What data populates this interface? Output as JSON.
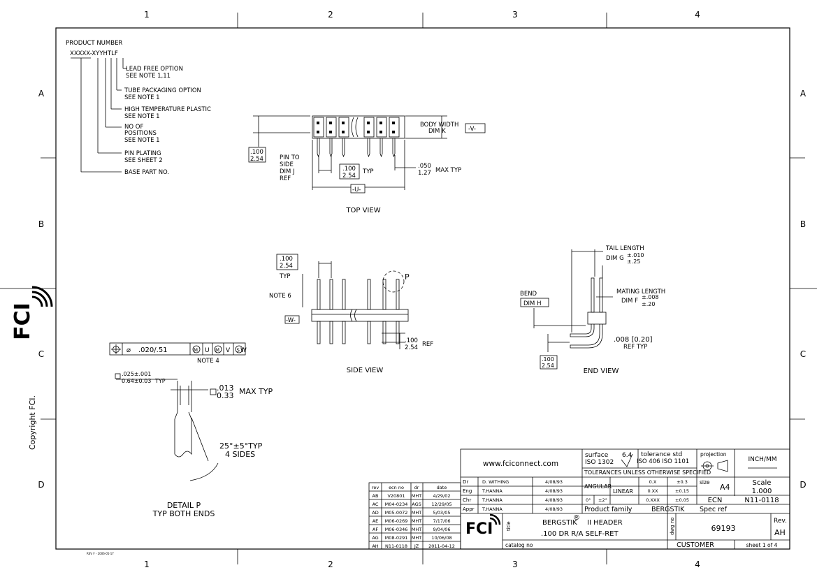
{
  "frame": {
    "columns": [
      "1",
      "2",
      "3",
      "4"
    ],
    "rows": [
      "A",
      "B",
      "C",
      "D"
    ],
    "copyright": "Copyright FCI.",
    "rev_footer": "REV F - 2006-05-17"
  },
  "product_number": {
    "title": "PRODUCT NUMBER",
    "code": "XXXXX-XYYHTLF",
    "callouts": [
      {
        "line1": "LEAD FREE OPTION",
        "line2": "SEE NOTE 1,11"
      },
      {
        "line1": "TUBE PACKAGING OPTION",
        "line2": "SEE NOTE 1"
      },
      {
        "line1": "HIGH TEMPERATURE PLASTIC",
        "line2": "SEE NOTE 1"
      },
      {
        "line1": "NO OF",
        "line2": "POSITIONS",
        "line3": "SEE NOTE 1"
      },
      {
        "line1": "PIN PLATING",
        "line2": "SEE SHEET 2"
      },
      {
        "line1": "BASE PART NO."
      }
    ]
  },
  "top_view": {
    "label": "TOP VIEW",
    "body_width_1": "BODY WIDTH",
    "body_width_2": "DIM K",
    "datum_v": "-V-",
    "datum_u": "-U-",
    "pitch_in": ".100",
    "pitch_mm": "2.54",
    "pin_to_side": [
      "PIN TO",
      "SIDE",
      "DIM J",
      "REF"
    ],
    "pitch2_in": ".100",
    "pitch2_mm": "2.54",
    "typ": "TYP",
    "tail_in": ".050",
    "tail_mm": "1.27",
    "max_typ": "MAX TYP"
  },
  "side_view": {
    "label": "SIDE VIEW",
    "pitch_in": ".100",
    "pitch_mm": "2.54",
    "typ": "TYP",
    "note": "NOTE 6",
    "datum_w": "-W-",
    "detail": "P",
    "ref_in": ".100",
    "ref_mm": "2.54",
    "ref": "REF"
  },
  "end_view": {
    "label": "END VIEW",
    "tail_length": "TAIL LENGTH",
    "dim_g": "DIM G",
    "dim_g_tol_plus": "±.010",
    "dim_g_tol_minus": "±.25",
    "mating_length": "MATING LENGTH",
    "dim_f": "DIM F",
    "dim_f_tol_plus": "±.008",
    "dim_f_tol_minus": "±.20",
    "bend": "BEND",
    "dim_h": "DIM H",
    "gap": ".008 [0.20]",
    "ref_typ": "REF TYP",
    "pitch_in": ".100",
    "pitch_mm": "2.54"
  },
  "position_tolerance": {
    "value": ".020/.51",
    "datums": [
      "U",
      "V",
      "W"
    ],
    "note": "NOTE 4"
  },
  "detail_p": {
    "pin_size_in": ".025±.001",
    "pin_size_mm": "0.64±0.03",
    "pin_typ": "TYP",
    "max_in": ".013",
    "max_mm": "0.33",
    "max_typ": "MAX TYP",
    "angle": "25°±5°TYP",
    "sides": "4 SIDES",
    "title1": "DETAIL P",
    "title2": "TYP BOTH ENDS"
  },
  "revision_table": {
    "headers": [
      "rev",
      "ecn no",
      "dr",
      "date"
    ],
    "rows": [
      [
        "AB",
        "V20801",
        "MHT",
        "4/29/02"
      ],
      [
        "AC",
        "M04-0234",
        "AGS",
        "12/29/05"
      ],
      [
        "AD",
        "M05-0072",
        "MHT",
        "5/03/05"
      ],
      [
        "AE",
        "M06-0269",
        "MHT",
        "7/17/06"
      ],
      [
        "AF",
        "M06-0346",
        "MHT",
        "9/04/06"
      ],
      [
        "AG",
        "M08-0291",
        "MHT",
        "10/06/08"
      ],
      [
        "AH",
        "N11-0118",
        "JZ",
        "2011-04-12"
      ]
    ]
  },
  "title_block": {
    "website": "www.fciconnect.com",
    "surface_label": "surface",
    "surface_std": "ISO 1302",
    "surface_value": "6.4",
    "tolerance_label": "tolerance std",
    "tolerance_std": "ISO 406 ISO 1101",
    "projection": "projection",
    "units": "INCH/MM",
    "tolerances_unless": "TOLERANCES UNLESS OTHERWISE SPECIFIED",
    "signoffs": [
      {
        "role": "Dr",
        "name": "D. WITHING",
        "date": "4/08/93"
      },
      {
        "role": "Eng",
        "name": "T.HANNA",
        "date": "4/08/93"
      },
      {
        "role": "Chr",
        "name": "T.HANNA",
        "date": "4/08/93"
      },
      {
        "role": "Appr",
        "name": "T.HANNA",
        "date": "4/08/93"
      }
    ],
    "angular": "ANGULAR",
    "angular_zero": "0°",
    "angular_tol": "±2°",
    "linear": "LINEAR",
    "linear_rows": [
      {
        "fmt": "0.X",
        "tol": "±0.3"
      },
      {
        "fmt": "0.XX",
        "tol": "±0.15"
      },
      {
        "fmt": "0.XXX",
        "tol": "±0.05"
      }
    ],
    "size_label": "size",
    "size": "A4",
    "scale_label": "Scale",
    "scale": "1.000",
    "ecn_label": "ECN",
    "ecn": "N11-0118",
    "product_family_label": "Product family",
    "product_family": "BERGSTIK",
    "spec_ref": "Spec ref",
    "title_label": "title",
    "title_line1": "BERGSTIK",
    "title_reg": "®",
    "title_line1b": "II HEADER",
    "title_line2": ".100 DR R/A SELF-RET",
    "dwg_label": "dwg no",
    "dwg_no": "69193",
    "rev_label": "Rev.",
    "rev": "AH",
    "catalog": "catalog no",
    "customer": "CUSTOMER",
    "sheet": "sheet 1 of 4",
    "logo": "FCI"
  },
  "side_logo": "FCI"
}
